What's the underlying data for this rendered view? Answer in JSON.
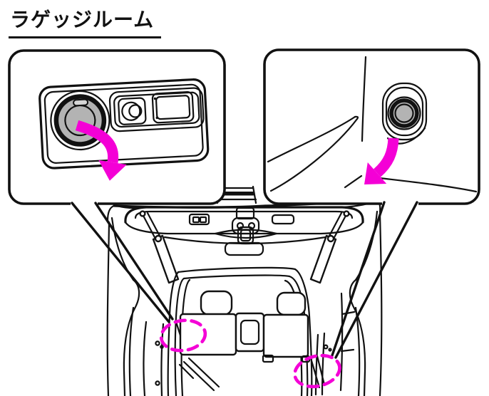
{
  "page": {
    "title": "ラゲッジルーム"
  },
  "colors": {
    "accent": "#F400D6",
    "cap_gray": "#B3B3B3",
    "line": "#111111",
    "bg": "#FFFFFF"
  },
  "figure": {
    "left_callout_icon": "power-outlet-cap-closeup",
    "right_callout_icon": "side-trim-outlet-closeup",
    "arrow_icon": "curved-remove-arrow",
    "marker_icon": "dashed-location-ellipse"
  }
}
